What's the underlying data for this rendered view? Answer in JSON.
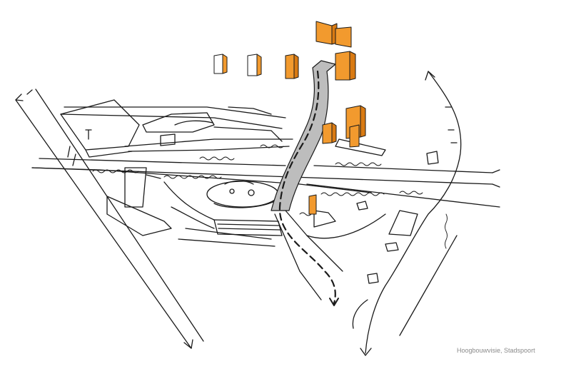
{
  "caption": "Hoogbouwvisie, Stadspoort",
  "colors": {
    "background": "#ffffff",
    "ink": "#1a1a1a",
    "highrise_fill": "#f29a2e",
    "highrise_shade": "#d97a12",
    "road_fill": "#bdbdbd",
    "caption_text": "#8a8a8a"
  },
  "legend_items": [],
  "icons": [
    "dashed-route-arrow",
    "one-way-arrow"
  ]
}
